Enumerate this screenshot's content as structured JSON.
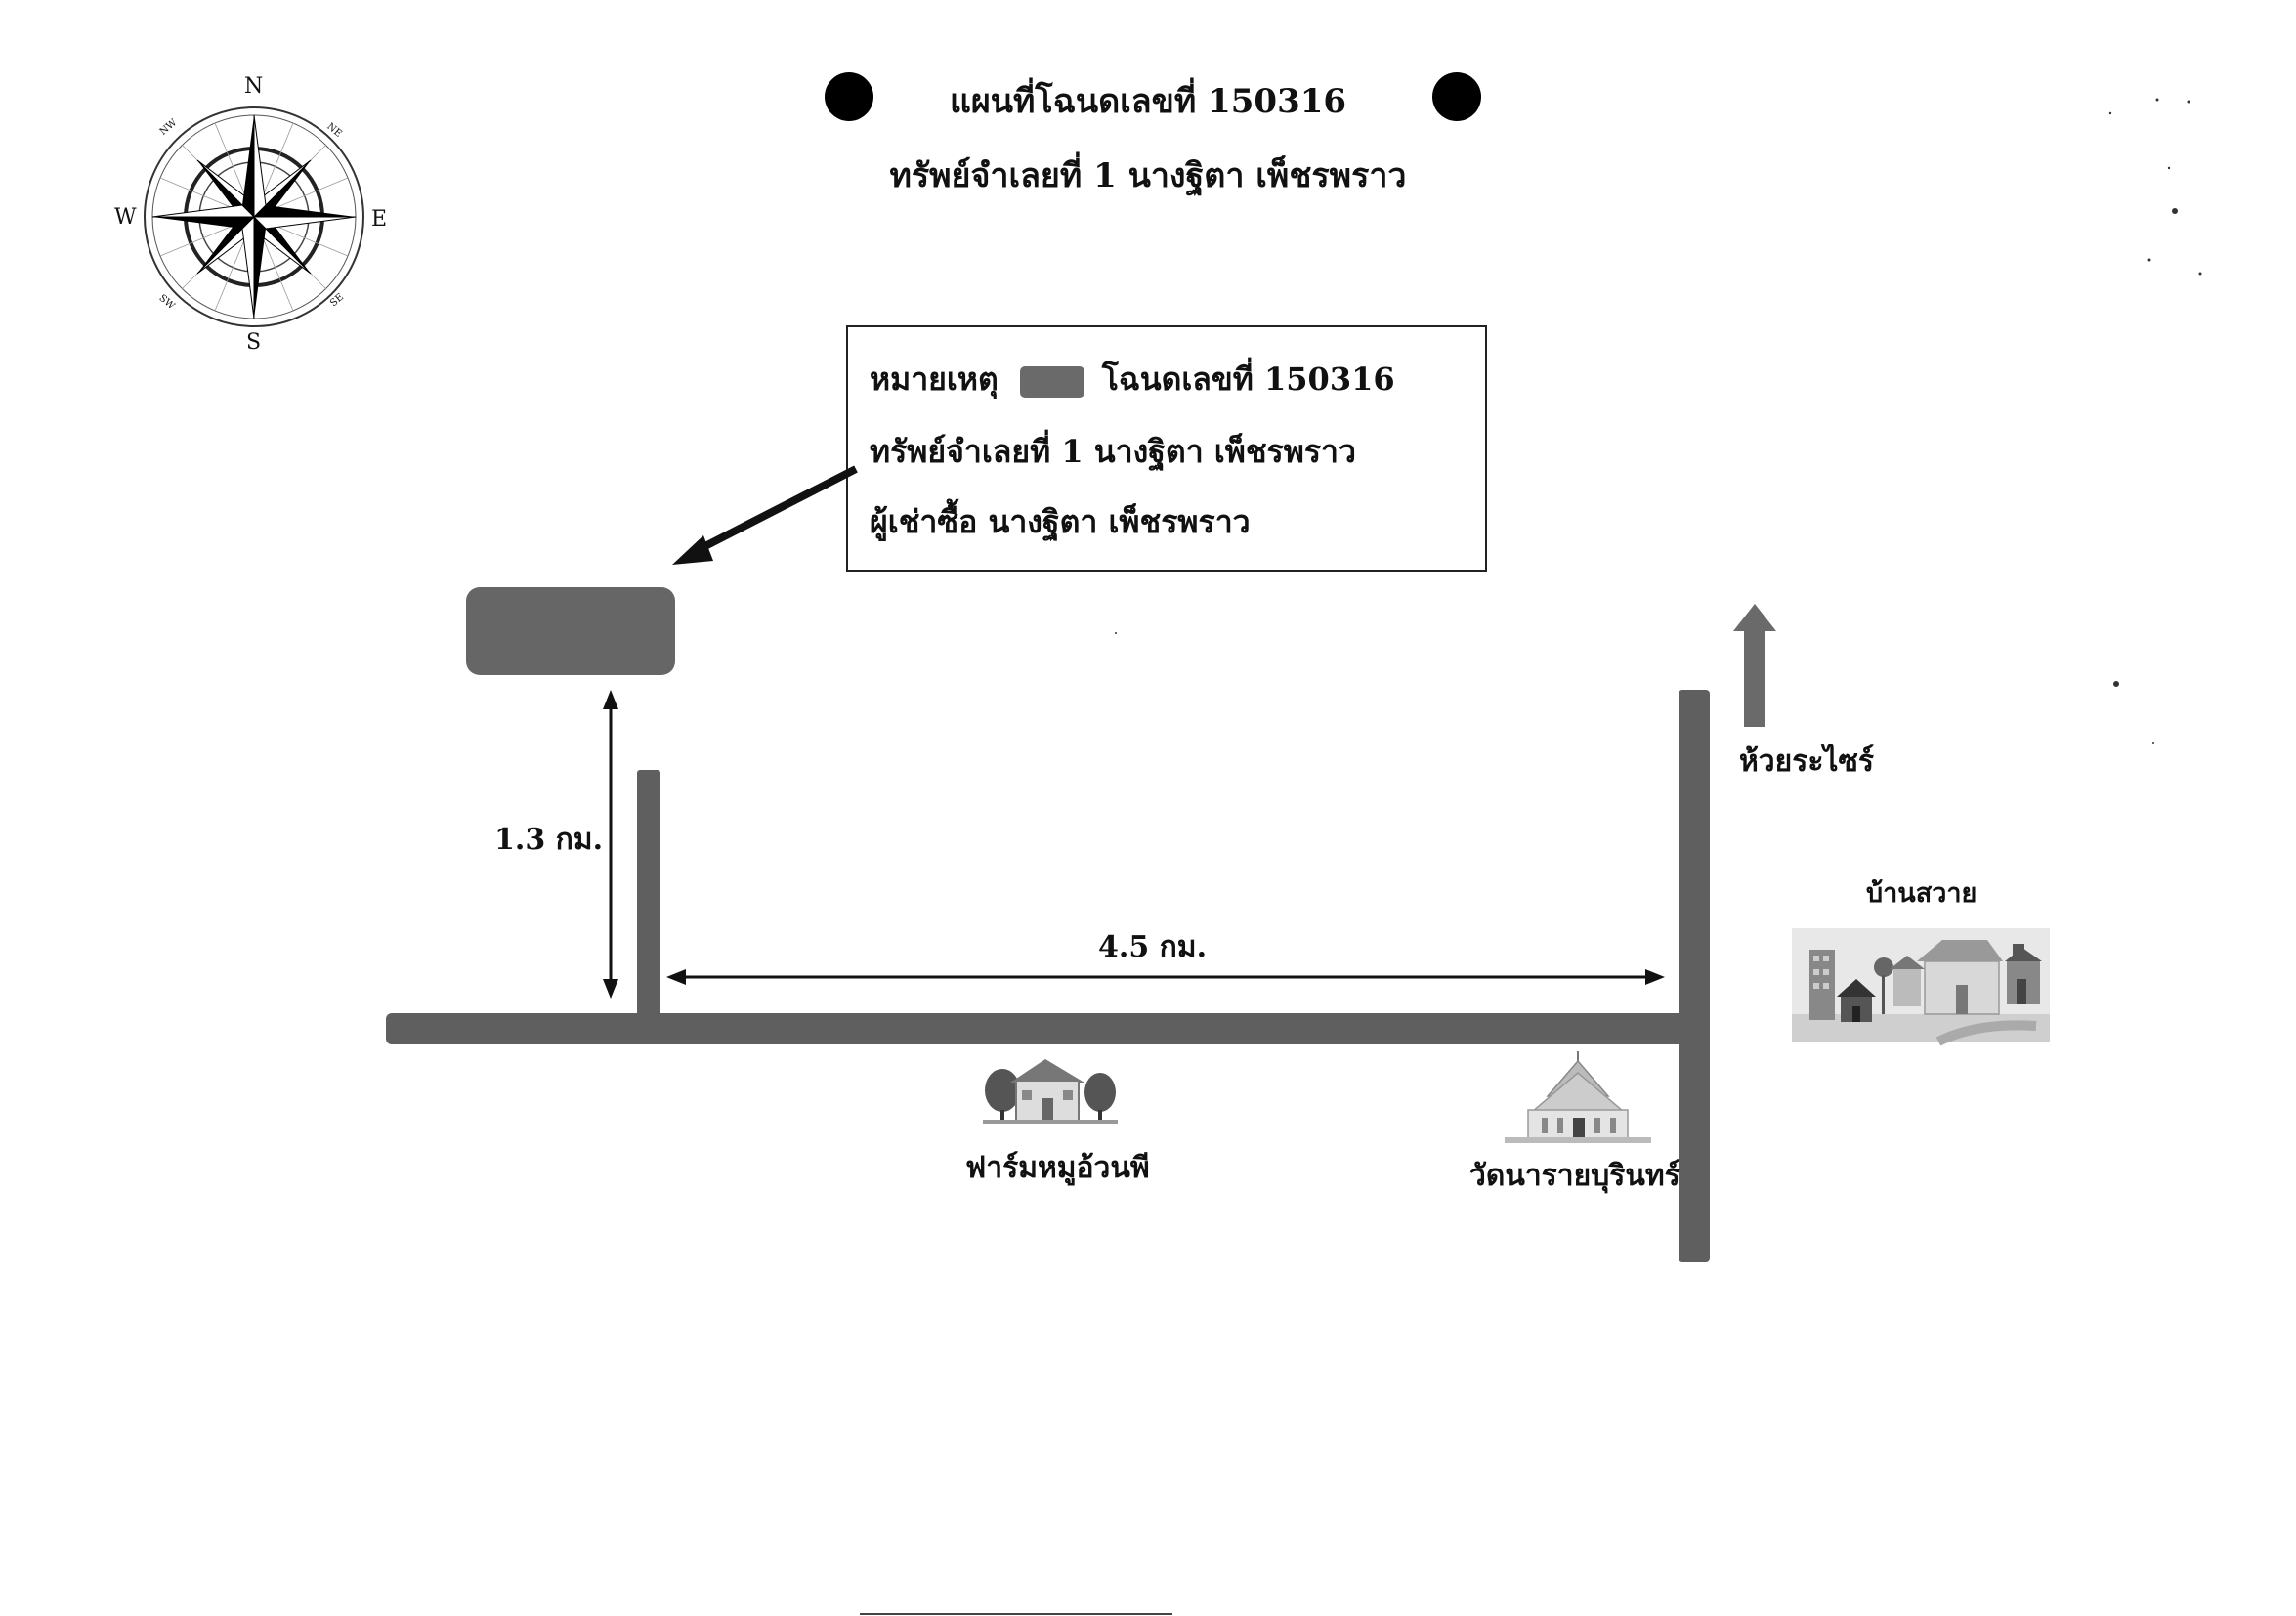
{
  "title": {
    "line1": "แผนที่โฉนดเลขที่ 150316",
    "line2": "ทรัพย์จำเลยที่ 1 นางฐิตา เพ็ชรพราว"
  },
  "compass": {
    "n": "N",
    "s": "S",
    "e": "E",
    "w": "W",
    "ne": "NE",
    "nw": "NW",
    "se": "SE",
    "sw": "SW"
  },
  "legend": {
    "heading": "หมายเหตุ",
    "deed": "โฉนดเลขที่ 150316",
    "line2": "ทรัพย์จำเลยที่ 1 นางฐิตา เพ็ชรพราว",
    "line3": "ผู้เช่าซื้อ  นางฐิตา เพ็ชรพราว"
  },
  "distances": {
    "vertical": "1.3 กม.",
    "horizontal": "4.5 กม."
  },
  "places": {
    "north": "ห้วยระไซร์",
    "village": "บ้านสวาย",
    "farm": "ฟาร์มหมูอ้วนพี",
    "temple": "วัดนารายบุรินทร์"
  },
  "colors": {
    "road": "#5f5f5f",
    "parcel": "#666666",
    "ink": "#111111"
  }
}
